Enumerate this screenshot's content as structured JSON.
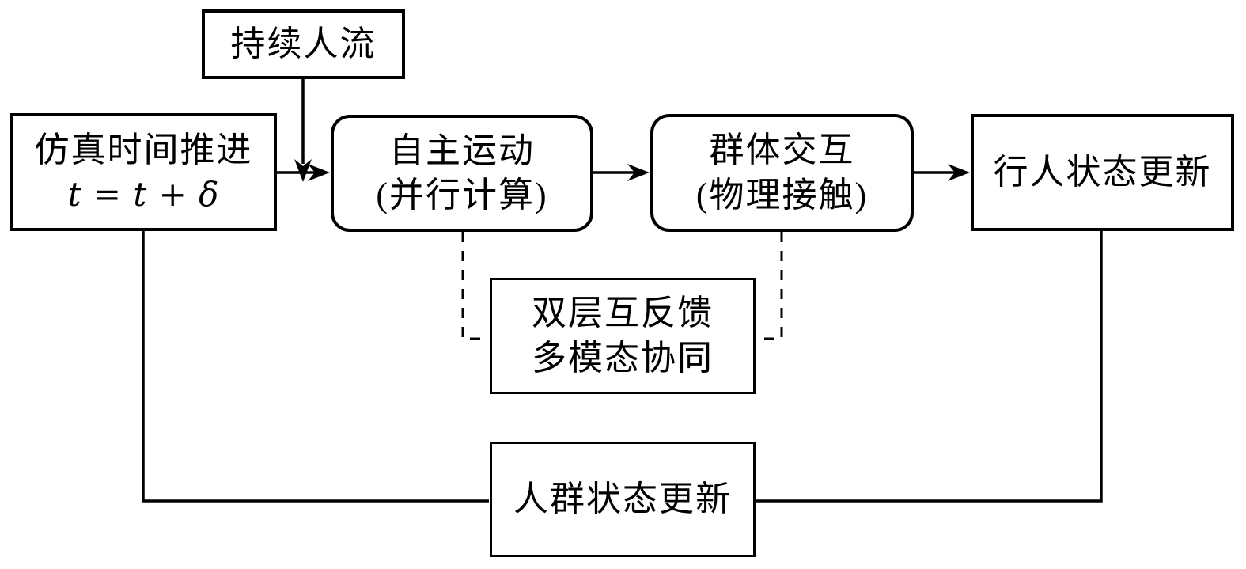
{
  "canvas": {
    "background_color": "#ffffff",
    "line_color": "#000000"
  },
  "nodes": {
    "inflow": {
      "label": "持续人流"
    },
    "sim_time": {
      "line1": "仿真时间推进",
      "line2": "t = t + δ"
    },
    "autonomous": {
      "line1": "自主运动",
      "line2": "(并行计算)"
    },
    "interaction": {
      "line1": "群体交互",
      "line2": "(物理接触)"
    },
    "pedestrian_update": {
      "label": "行人状态更新"
    },
    "feedback": {
      "line1": "双层互反馈",
      "line2": "多模态协同"
    },
    "crowd_update": {
      "label": "人群状态更新"
    }
  },
  "edges": [
    {
      "from": "inflow",
      "to": "autonomous",
      "style": "solid-arrow"
    },
    {
      "from": "sim_time",
      "to": "autonomous",
      "style": "solid-arrow"
    },
    {
      "from": "autonomous",
      "to": "interaction",
      "style": "solid-arrow"
    },
    {
      "from": "interaction",
      "to": "pedestrian_update",
      "style": "solid-arrow"
    },
    {
      "from": "autonomous",
      "to": "feedback",
      "style": "dashed-line"
    },
    {
      "from": "interaction",
      "to": "feedback",
      "style": "dashed-line"
    },
    {
      "from": "pedestrian_update",
      "to": "crowd_update",
      "style": "solid-line"
    },
    {
      "from": "crowd_update",
      "to": "sim_time",
      "style": "solid-line"
    }
  ]
}
